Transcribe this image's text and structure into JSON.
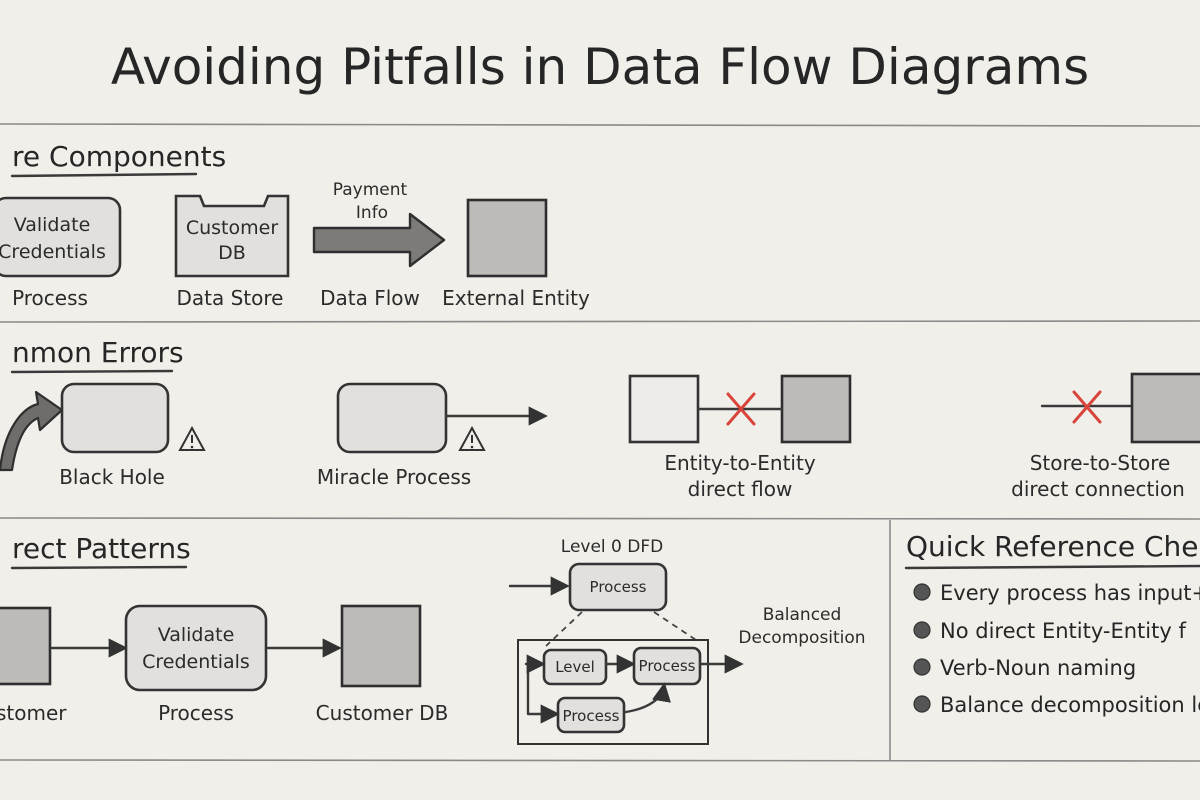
{
  "title": "Avoiding Pitfalls in Data Flow Diagrams",
  "sections": {
    "core": {
      "heading": "re Components",
      "items": {
        "process": {
          "inner_line1": "Validate",
          "inner_line2": "Credentials",
          "label": "Process"
        },
        "data_store": {
          "inner_line1": "Customer",
          "inner_line2": "DB",
          "label": "Data Store"
        },
        "data_flow": {
          "inner_line1": "Payment",
          "inner_line2": "Info",
          "label": "Data Flow"
        },
        "external_entity": {
          "label": "External Entity"
        }
      }
    },
    "errors": {
      "heading": "nmon Errors",
      "items": {
        "black_hole": {
          "label": "Black Hole",
          "warning_icon": "warning-triangle-icon"
        },
        "miracle": {
          "label": "Miracle Process",
          "warning_icon": "warning-triangle-icon"
        },
        "entity_to_entity": {
          "label_line1": "Entity-to-Entity",
          "label_line2": "direct flow",
          "cross_icon": "red-x-icon"
        },
        "store_to_store": {
          "label_line1": "Store-to-Store",
          "label_line2": "direct connection",
          "cross_icon": "red-x-icon"
        }
      }
    },
    "patterns": {
      "heading": "rect Patterns",
      "flow": {
        "entity_label": "stomer",
        "process_line1": "Validate",
        "process_line2": "Credentials",
        "process_label": "Process",
        "store_label": "Customer DB"
      },
      "level0": {
        "caption": "Level 0 DFD",
        "top_process": "Process",
        "left_box": "Level",
        "right_box": "Process",
        "bottom_box": "Process",
        "side_line1": "Balanced",
        "side_line2": "Decomposition"
      }
    },
    "checklist": {
      "heading": "Quick Reference Check",
      "items": [
        "Every process has input+o",
        "No direct Entity-Entity f",
        "Verb-Noun naming",
        "Balance decomposition lev"
      ]
    }
  },
  "colors": {
    "background": "#f1efea",
    "ink": "#2b2b2b",
    "shading": "#bdbbb7",
    "error_cross": "#d9443a"
  }
}
